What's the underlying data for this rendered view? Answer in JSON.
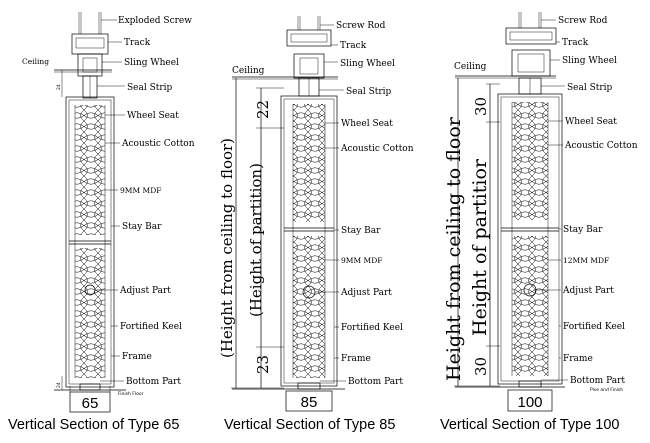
{
  "sections": [
    {
      "id": "type65",
      "caption": "Vertical Section of Type 65",
      "type_number": "65",
      "labels": {
        "exploded_screw": "Exploded Screw",
        "track": "Track",
        "ceiling": "Ceiling",
        "sling_wheel": "Sling Wheel",
        "seal_strip": "Seal Strip",
        "wheel_seat": "Wheel Seat",
        "acoustic_cotton": "Acoustic Cotton",
        "mdf": "9MM MDF",
        "stay_bar": "Stay Bar",
        "adjust_part": "Adjust Part",
        "fortified_keel": "Fortified Keel",
        "frame": "Frame",
        "bottom_part": "Bottom Part",
        "finish_floor": "Finish Floor"
      }
    },
    {
      "id": "type85",
      "caption": "Vertical Section of Type 85",
      "type_number": "85",
      "labels": {
        "screw_rod": "Screw Rod",
        "track": "Track",
        "ceiling": "Ceiling",
        "sling_wheel": "Sling Wheel",
        "seal_strip": "Seal Strip",
        "wheel_seat": "Wheel Seat",
        "acoustic_cotton": "Acoustic Cotton",
        "stay_bar": "Stay Bar",
        "mdf": "9MM MDF",
        "adjust_part": "Adjust Part",
        "fortified_keel": "Fortified Keel",
        "frame": "Frame",
        "bottom_part": "Bottom Part"
      },
      "dims": {
        "top": "22",
        "bottom": "23",
        "outer_text": "(Height from ceiling to floor)",
        "inner_text": "(Height of partition)"
      }
    },
    {
      "id": "type100",
      "caption": "Vertical Section of Type 100",
      "type_number": "100",
      "labels": {
        "screw_rod": "Screw Rod",
        "track": "Track",
        "ceiling": "Ceiling",
        "sling_wheel": "Sling Wheel",
        "seal_strip": "Seal Strip",
        "wheel_seat": "Wheel Seat",
        "acoustic_cotton": "Acoustic Cotton",
        "stay_bar": "Stay Bar",
        "mdf": "12MM MDF",
        "adjust_part": "Adjust Part",
        "fortified_keel": "Fortified Keel",
        "frame": "Frame",
        "bottom_part": "Bottom Part",
        "finish_floor": "Pise and Finish"
      },
      "dims": {
        "top": "30",
        "bottom": "30",
        "outer_text": "Height from ceiling to floor",
        "inner_text": "Height of partitior"
      }
    }
  ]
}
